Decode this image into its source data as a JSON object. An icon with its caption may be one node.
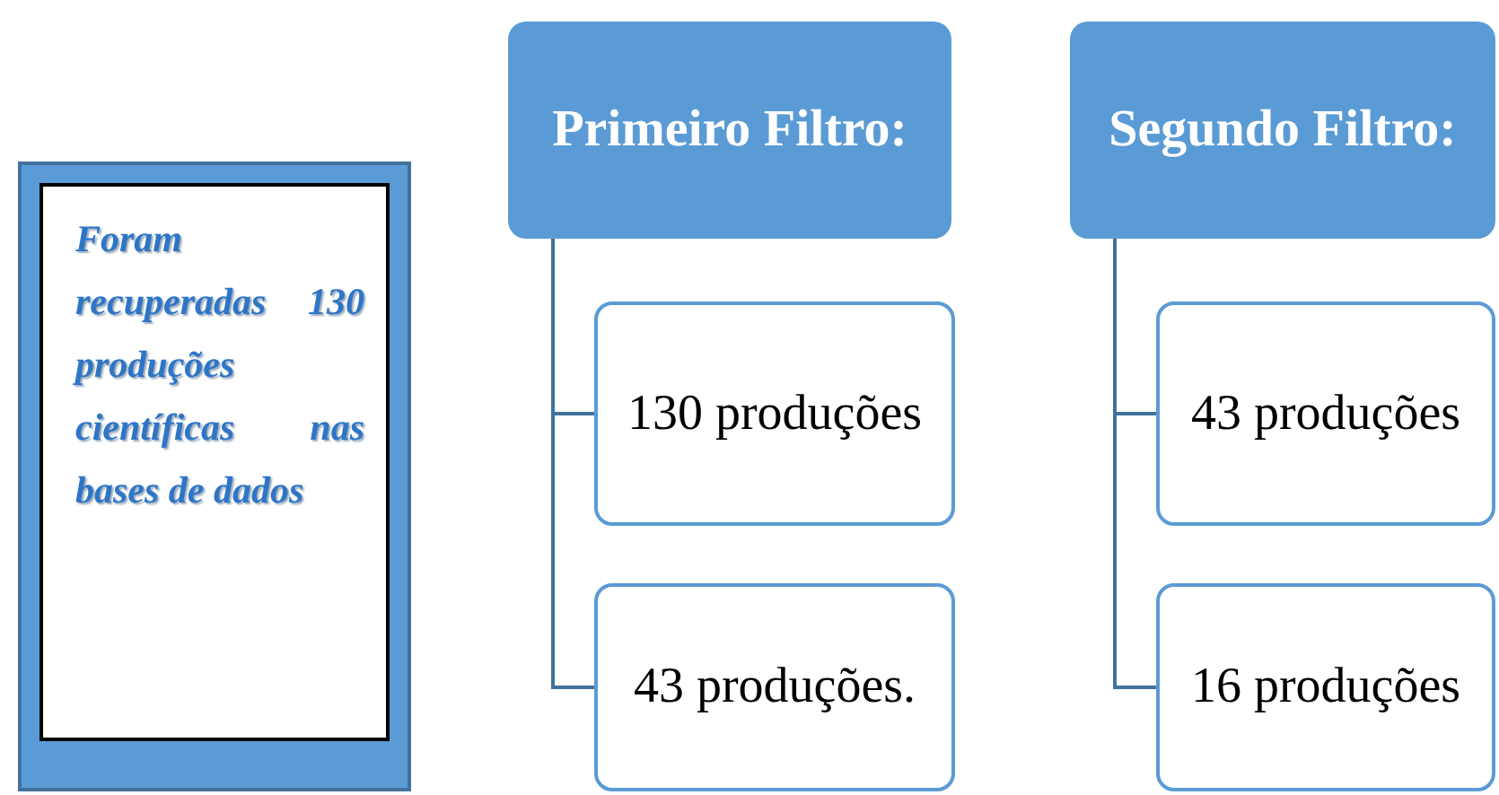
{
  "diagram": {
    "nodes": [
      {
        "text": [
          "Foram recuperadas 130 produções científicas nas bases de dados"
        ]
      },
      {
        "text": [
          "Primeiro Filtro:"
        ]
      },
      {
        "text": [
          "130 produções"
        ]
      },
      {
        "text": [
          "43 produções."
        ]
      },
      {
        "text": [
          "Segundo Filtro:"
        ]
      },
      {
        "text": [
          "43 produções"
        ]
      },
      {
        "text": [
          "16 produções"
        ]
      }
    ],
    "edges": [
      {
        "from": 1,
        "to": 2,
        "arrow": "none"
      },
      {
        "from": 1,
        "to": 3,
        "arrow": "none"
      },
      {
        "from": 4,
        "to": 5,
        "arrow": "none"
      },
      {
        "from": 4,
        "to": 6,
        "arrow": "none"
      }
    ]
  }
}
